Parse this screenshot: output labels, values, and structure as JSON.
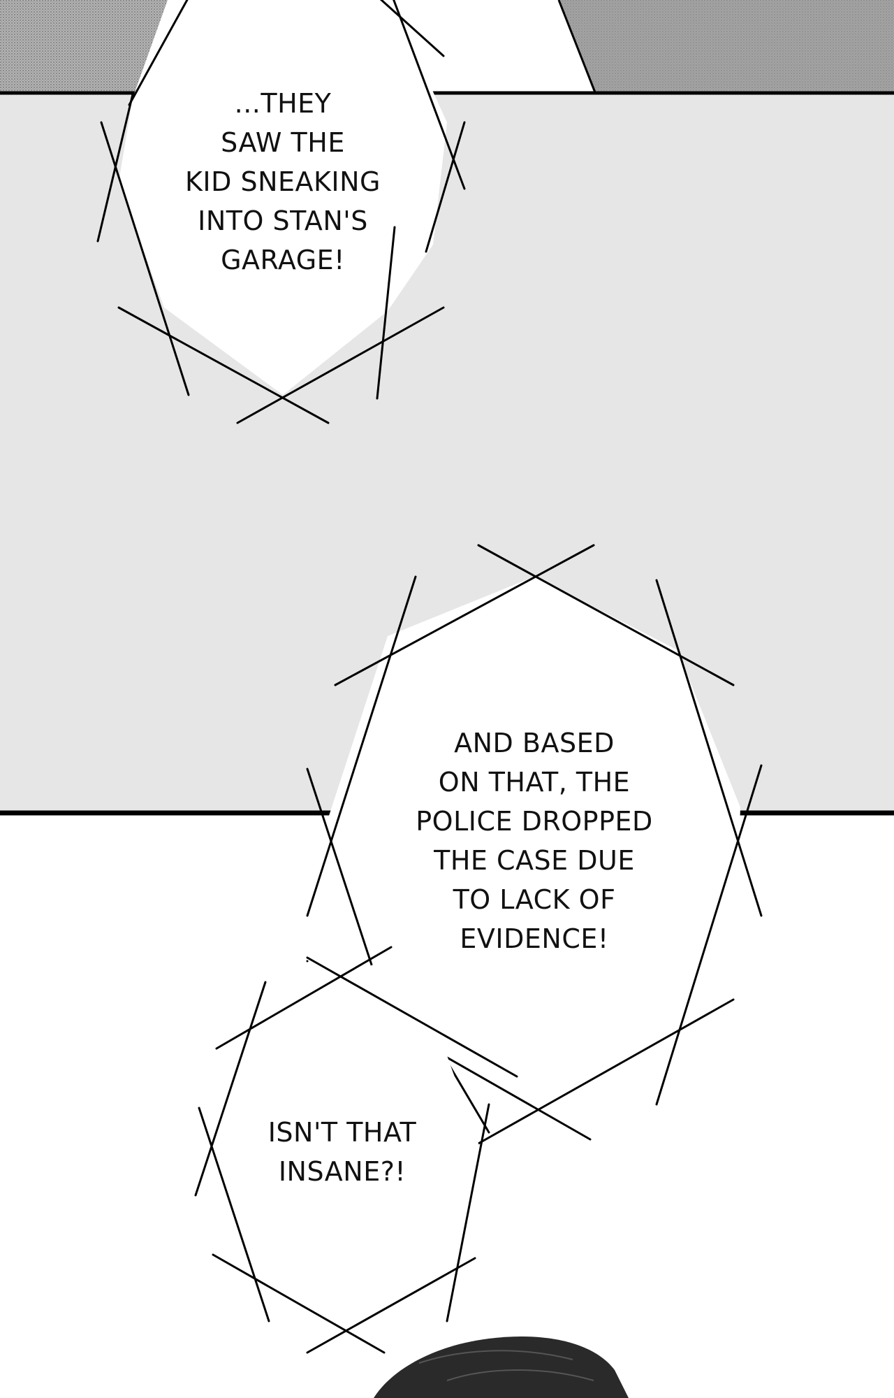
{
  "panels": {
    "top_panel": {
      "fill": "#a8a8a8",
      "style": "screentone"
    },
    "middle_panel": {
      "fill": "#e6e6e6"
    },
    "bottom_panel": {
      "fill": "#ffffff"
    }
  },
  "speech_bubbles": [
    {
      "shape": "spiky-polygon",
      "lines": [
        "...THEY",
        "SAW THE",
        "KID SNEAKING",
        "INTO STAN'S",
        "GARAGE!"
      ]
    },
    {
      "shape": "spiky-polygon",
      "lines": [
        "AND BASED",
        "ON THAT, THE",
        "POLICE DROPPED",
        "THE CASE DUE",
        "TO LACK OF",
        "EVIDENCE!"
      ]
    },
    {
      "shape": "spiky-polygon",
      "lines": [
        "ISN'T THAT",
        "INSANE?!"
      ]
    }
  ],
  "colors": {
    "ink": "#111111",
    "panel_border": "#000000"
  }
}
